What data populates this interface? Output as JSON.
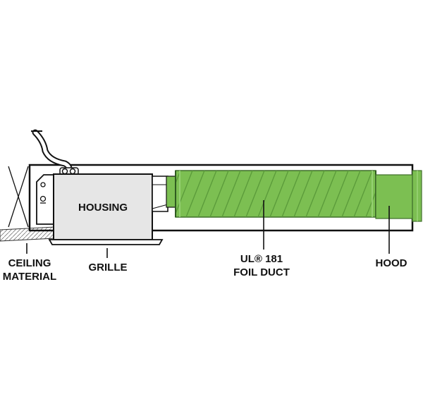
{
  "labels": {
    "housing": "HOUSING",
    "ceiling_line1": "CEILING",
    "ceiling_line2": "MATERIAL",
    "grille": "GRILLE",
    "duct_line1": "UL® 181",
    "duct_line2": "FOIL DUCT",
    "hood": "HOOD"
  },
  "colors": {
    "duct_green": "#7cbf52",
    "duct_stripe": "#5a9a3a",
    "housing_fill": "#e6e6e6",
    "outline": "#111111",
    "ceiling_fill": "#d8d8d8"
  }
}
